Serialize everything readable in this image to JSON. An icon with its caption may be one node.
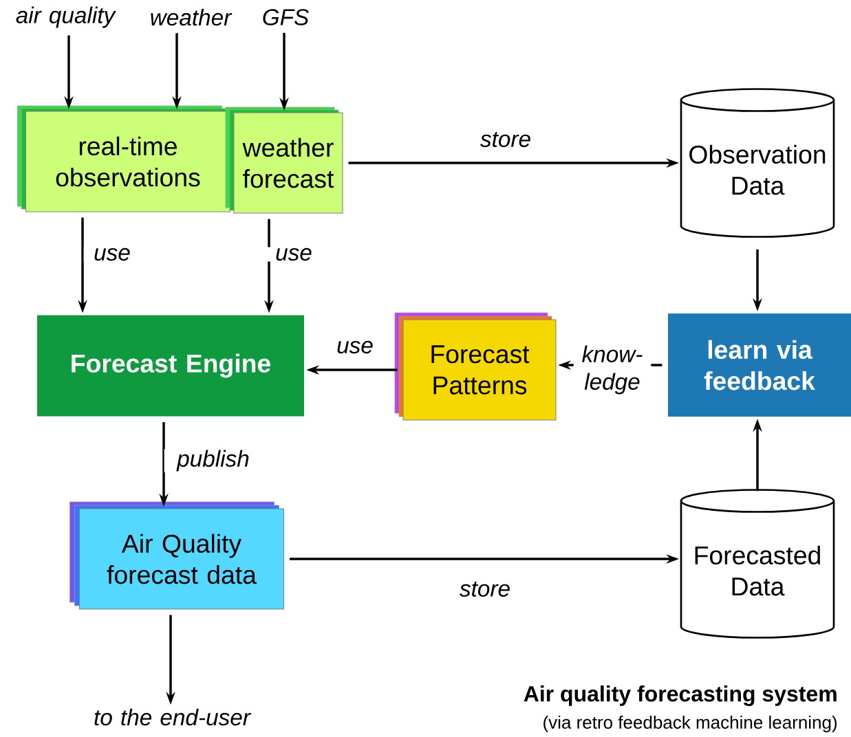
{
  "diagram": {
    "title": "Air quality forecasting system",
    "caption": "(via retro feedback machine learning)",
    "nodes": [
      {
        "text": [
          "air quality"
        ]
      },
      {
        "text": [
          "weather"
        ]
      },
      {
        "text": [
          "GFS"
        ]
      },
      {
        "text": [
          "real-time observations"
        ]
      },
      {
        "text": [
          "weather forecast"
        ]
      },
      {
        "text": [
          "Observation Data"
        ]
      },
      {
        "text": [
          "Forecast Engine"
        ]
      },
      {
        "text": [
          "Forecast Patterns"
        ]
      },
      {
        "text": [
          "learn via feedback"
        ]
      },
      {
        "text": [
          "Air Quality forecast data"
        ]
      },
      {
        "text": [
          "Forecasted Data"
        ]
      },
      {
        "text": [
          "to the end-user"
        ]
      }
    ],
    "edges": [
      {
        "from": 0,
        "to": 3,
        "arrow": "to"
      },
      {
        "from": 1,
        "to": 3,
        "arrow": "to"
      },
      {
        "from": 2,
        "to": 4,
        "arrow": "to"
      },
      {
        "from": 4,
        "to": 5,
        "arrow": "to",
        "label": "store"
      },
      {
        "from": 3,
        "to": 6,
        "arrow": "to",
        "label": "use"
      },
      {
        "from": 4,
        "to": 6,
        "arrow": "to",
        "label": "use"
      },
      {
        "from": 5,
        "to": 8,
        "arrow": "to"
      },
      {
        "from": 8,
        "to": 7,
        "arrow": "to",
        "label": "know- ledge"
      },
      {
        "from": 7,
        "to": 6,
        "arrow": "to",
        "label": "use"
      },
      {
        "from": 6,
        "to": 9,
        "arrow": "to",
        "label": "publish"
      },
      {
        "from": 9,
        "to": 10,
        "arrow": "to",
        "label": "store"
      },
      {
        "from": 10,
        "to": 8,
        "arrow": "to"
      },
      {
        "from": 9,
        "to": 11,
        "arrow": "to"
      }
    ]
  }
}
